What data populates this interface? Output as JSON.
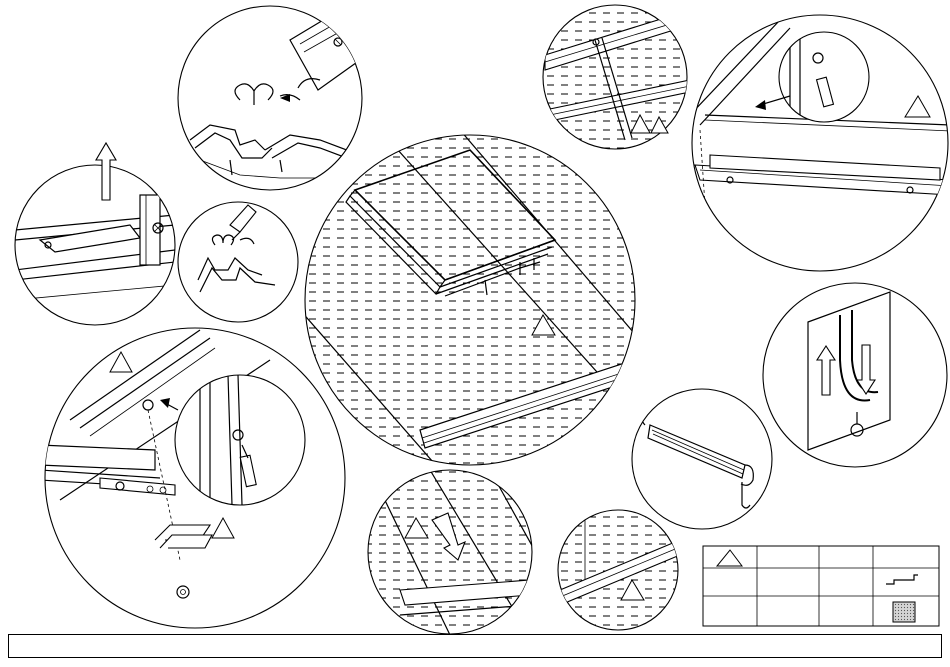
{
  "diagram": {
    "type": "assembly-instructions",
    "detail_icons": [
      "triangle-step-icon",
      "arrow-icon",
      "screw-icon",
      "clip-icon",
      "nut-icon"
    ],
    "legend": {
      "columns": 4,
      "rows": 3,
      "row_icons": [
        "triangle-step-icon",
        "profile-strip-icon",
        "panel-sheet-icon"
      ]
    },
    "footer_text": "",
    "colors": {
      "line": "#000000",
      "background": "#ffffff",
      "panel_fill": "#c8c8c8"
    }
  }
}
